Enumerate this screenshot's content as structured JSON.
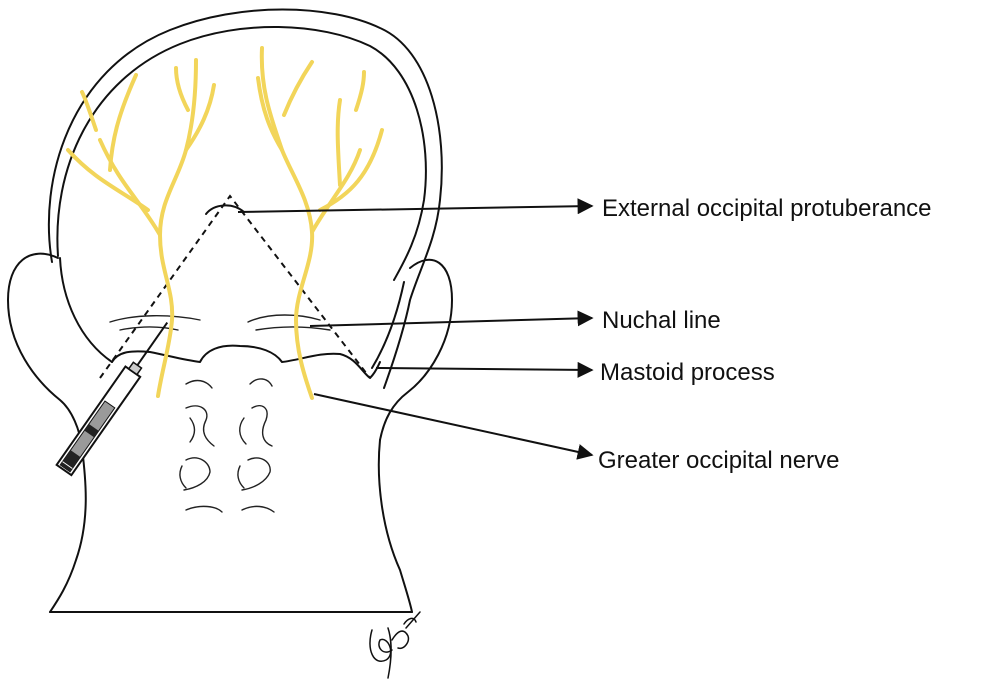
{
  "labels": {
    "protuberance": "External occipital protuberance",
    "nuchal_line": "Nuchal line",
    "mastoid": "Mastoid process",
    "nerve": "Greater occipital nerve"
  },
  "colors": {
    "nerve": "#f2d55a",
    "ink": "#111111",
    "background": "#ffffff"
  }
}
